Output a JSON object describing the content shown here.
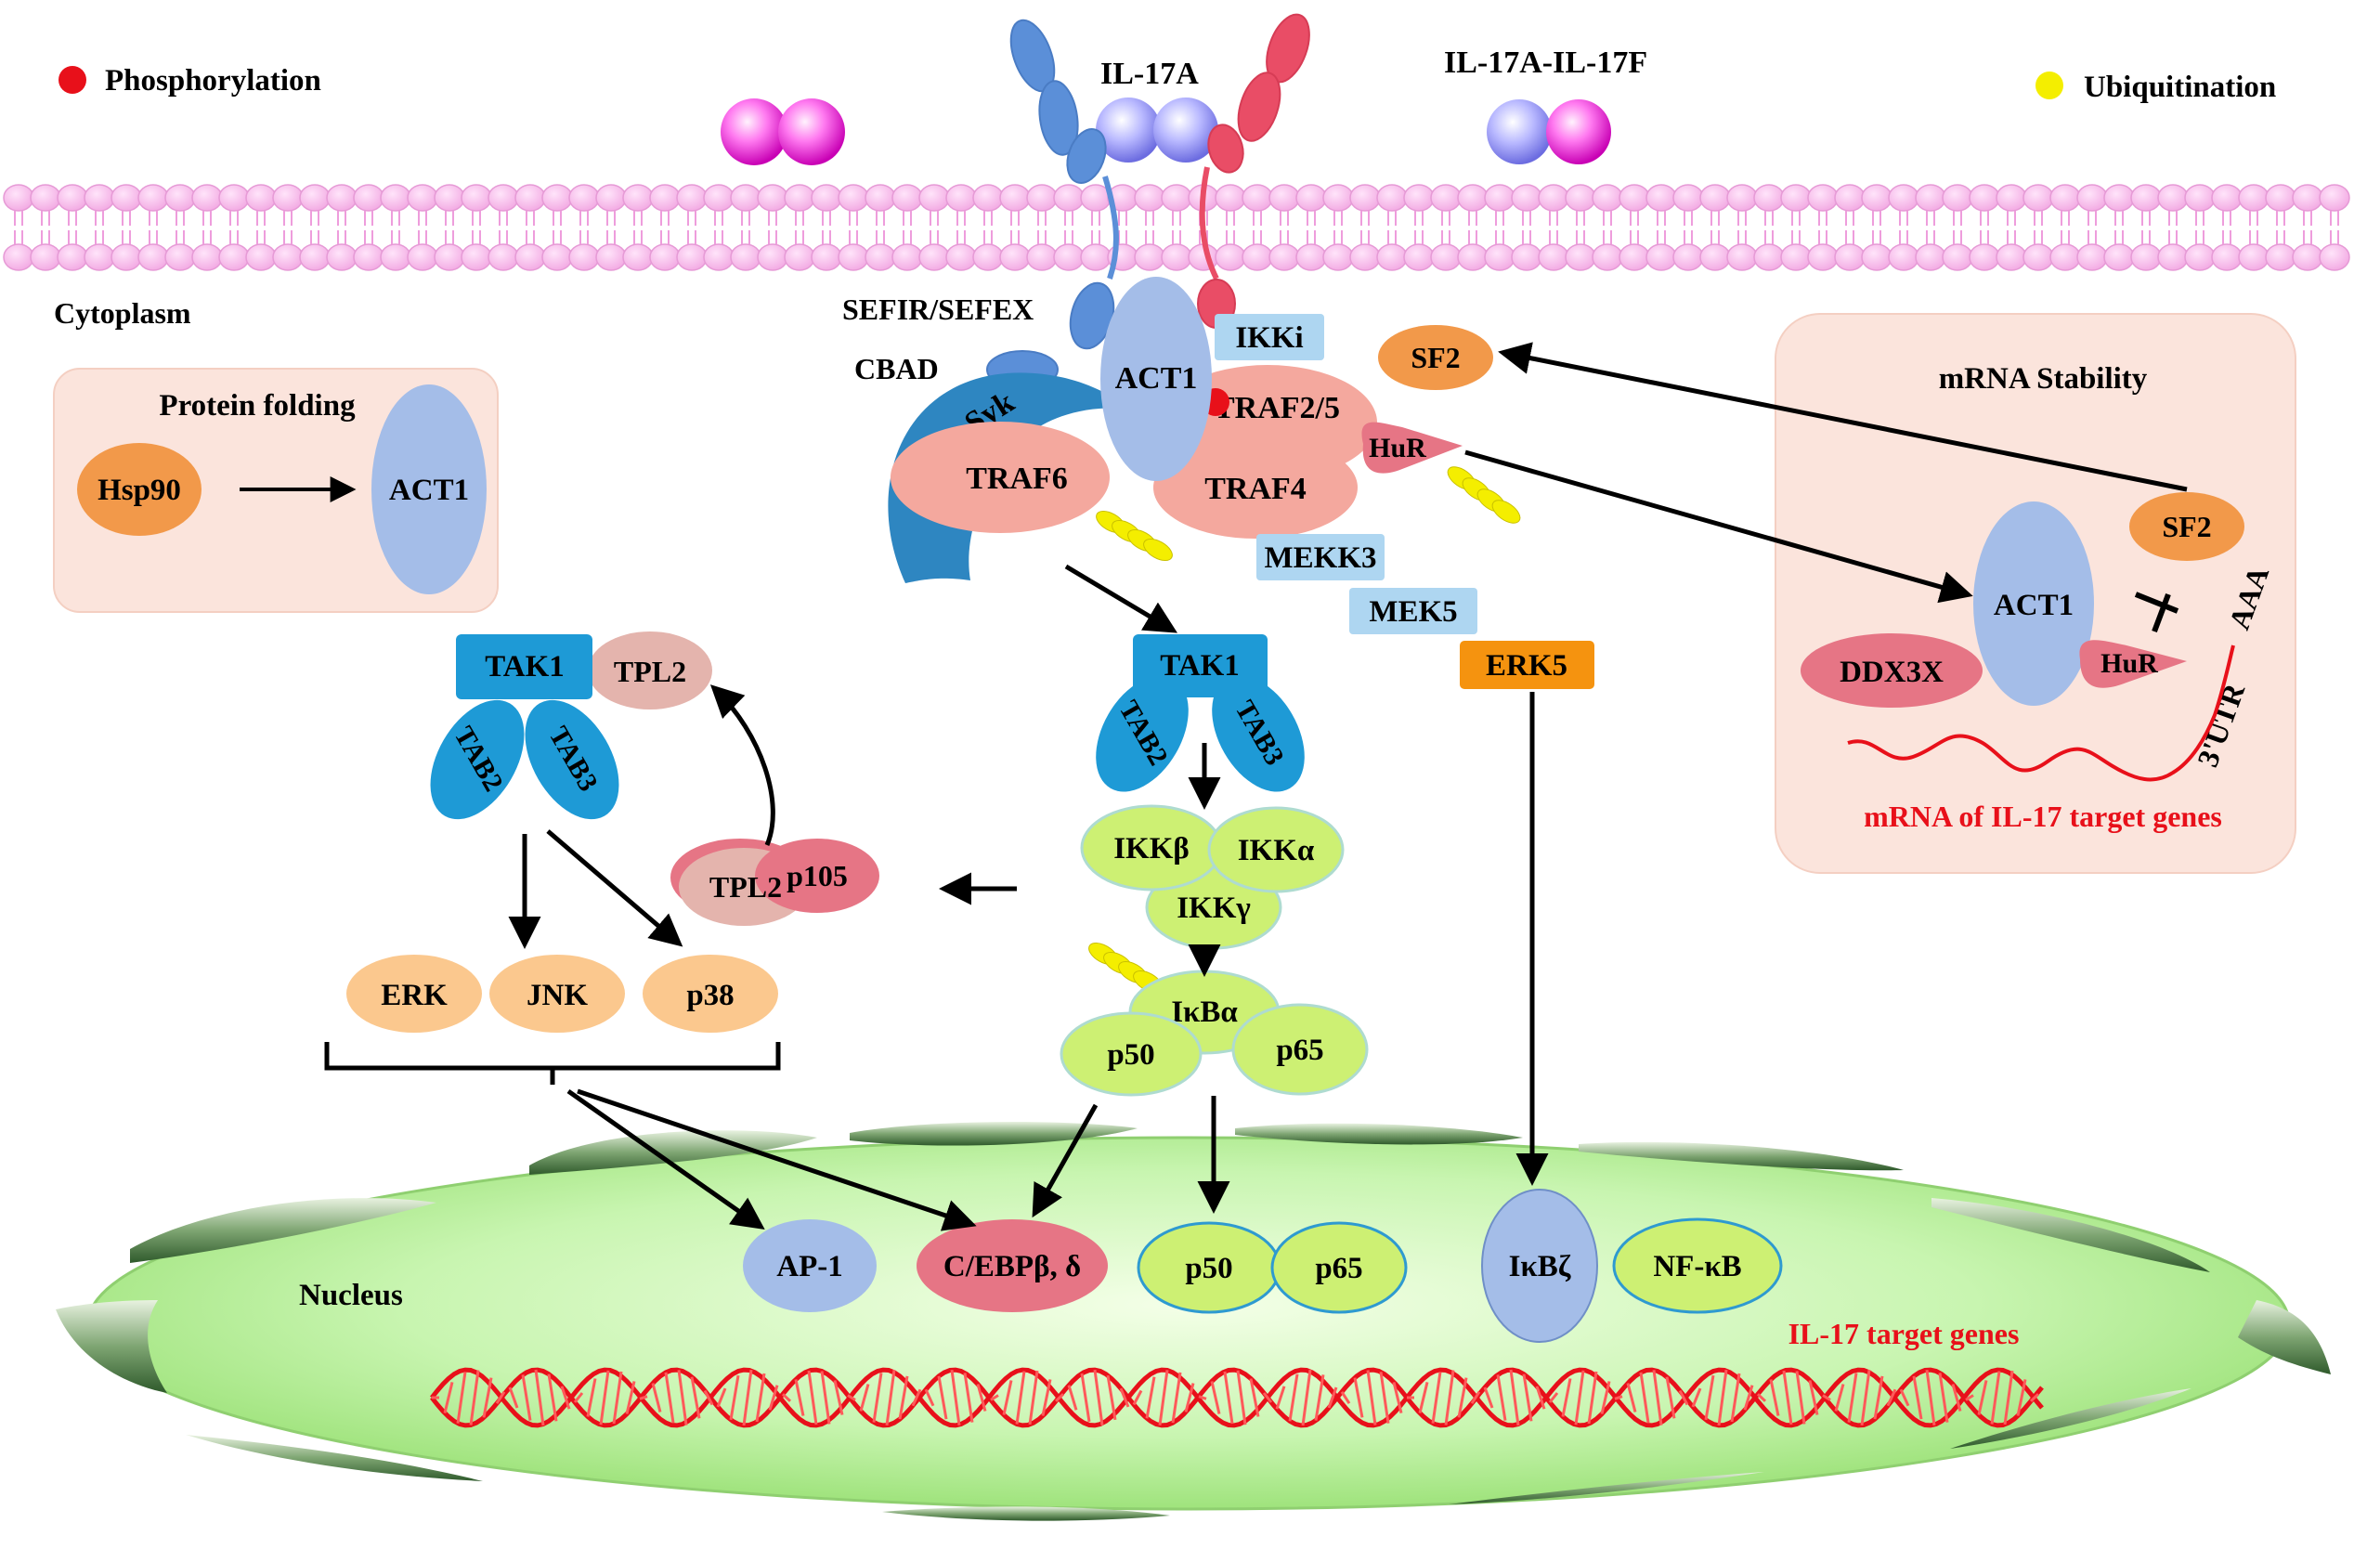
{
  "legend": {
    "phosphorylation": "Phosphorylation",
    "ubiquitination": "Ubiquitination",
    "phosphorylation_color": "#e8101a",
    "ubiquitination_color": "#f4ee00"
  },
  "ligands": {
    "il17a": "IL-17A",
    "il17a_il17f": "IL-17A-IL-17F"
  },
  "compartments": {
    "cytoplasm": "Cytoplasm",
    "nucleus": "Nucleus"
  },
  "receptor": {
    "sefir": "SEFIR/SEFEX",
    "cbad": "CBAD"
  },
  "protein_folding": {
    "title": "Protein folding",
    "hsp90": "Hsp90",
    "act1": "ACT1"
  },
  "complex": {
    "act1": "ACT1",
    "ikki": "IKKi",
    "traf25": "TRAF2/5",
    "traf6": "TRAF6",
    "traf4": "TRAF4",
    "syk": "Syk",
    "hur": "HuR",
    "sf2": "SF2",
    "mekk3": "MEKK3",
    "mek5": "MEK5",
    "erk5": "ERK5"
  },
  "mrna_stability": {
    "title": "mRNA Stability",
    "act1": "ACT1",
    "sf2": "SF2",
    "ddx3x": "DDX3X",
    "hur": "HuR",
    "aaa": "AAA",
    "utr": "3'UTR",
    "caption": "mRNA of IL-17 target genes"
  },
  "left_pathway": {
    "tak1": "TAK1",
    "tab2": "TAB2",
    "tab3": "TAB3",
    "tpl2_top": "TPL2",
    "tpl2": "TPL2",
    "p105": "p105",
    "erk": "ERK",
    "jnk": "JNK",
    "p38": "p38"
  },
  "center_pathway": {
    "tak1": "TAK1",
    "tab2": "TAB2",
    "tab3": "TAB3",
    "ikkb": "IKKβ",
    "ikka": "IKKα",
    "ikkg": "IKKγ",
    "ikba": "IκBα",
    "p50": "p50",
    "p65": "p65"
  },
  "nuclear": {
    "ap1": "AP-1",
    "cebp": "C/EBPβ, δ",
    "p50": "p50",
    "p65": "p65",
    "ikbz": "IκBζ",
    "nfkb": "NF-κB",
    "target_genes": "IL-17 target genes"
  }
}
